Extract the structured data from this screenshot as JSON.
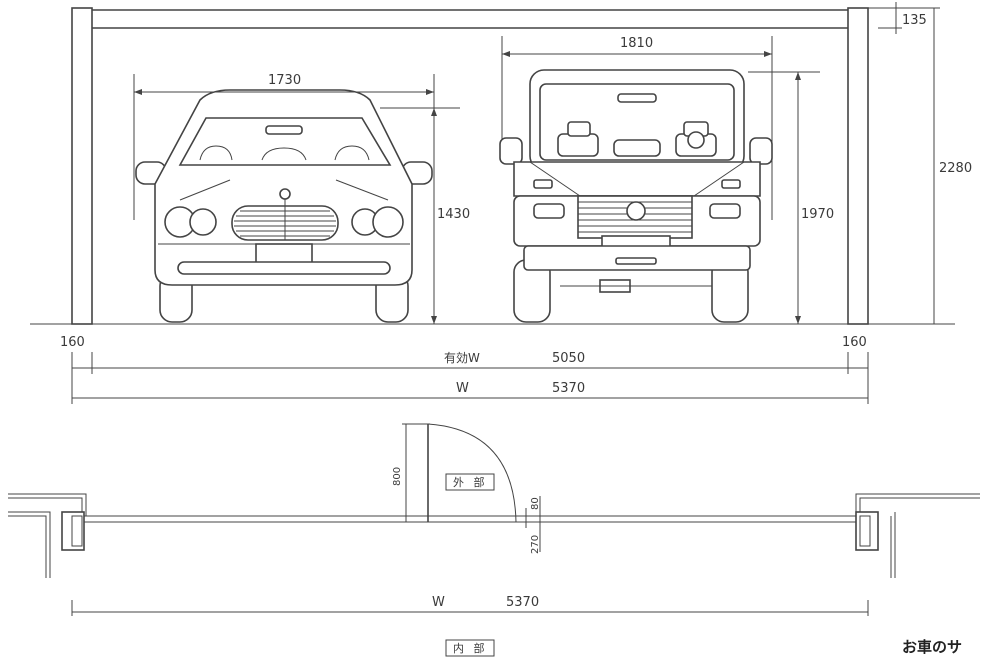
{
  "elevation": {
    "sedan_width": "1730",
    "sedan_height": "1430",
    "suv_width": "1810",
    "suv_height": "1970",
    "beam_height": "135",
    "total_height": "2280",
    "left_post": "160",
    "right_post": "160",
    "effective_width_label": "有効W",
    "effective_width": "5050",
    "width_label": "W",
    "width": "5370"
  },
  "plan": {
    "door_swing": "800",
    "gap_top": "80",
    "gap_bottom": "270",
    "outside_label": "外 部",
    "inside_label": "内 部",
    "width_label": "W",
    "width": "5370"
  },
  "brand": {
    "text": "お車のサ"
  }
}
